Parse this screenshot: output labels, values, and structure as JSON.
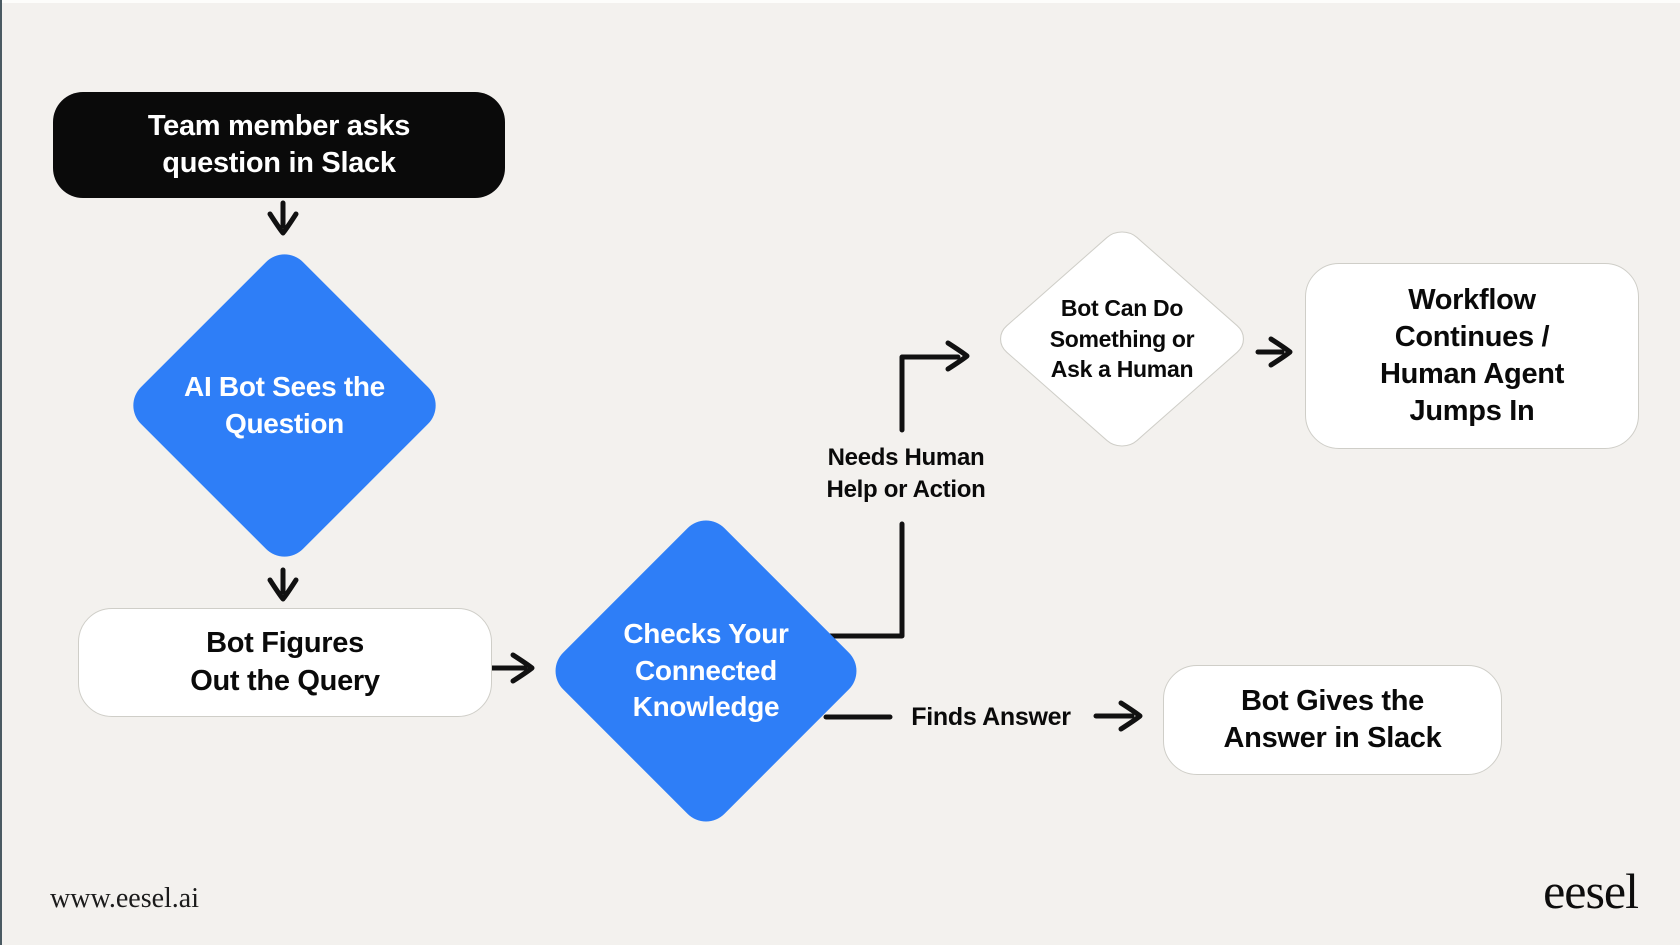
{
  "theme": {
    "background": "#f3f1ee",
    "accent_blue": "#2e7ef7",
    "node_black": "#0a0a0a",
    "connector_black": "#111111",
    "node_border_gray": "#cfcec8",
    "left_edge_accent": "#4a5a62"
  },
  "nodes": {
    "start": {
      "label": "Team member asks\nquestion in Slack",
      "type": "terminator"
    },
    "sees_question": {
      "label": "AI Bot Sees the\nQuestion",
      "type": "decision"
    },
    "figures_query": {
      "label": "Bot Figures\nOut the Query",
      "type": "process"
    },
    "checks_knowledge": {
      "label": "Checks Your\nConnected\nKnowledge",
      "type": "decision"
    },
    "bot_can_do": {
      "label": "Bot Can Do\nSomething or\nAsk a Human",
      "type": "decision"
    },
    "workflow_continues": {
      "label": "Workflow\nContinues /\nHuman Agent\nJumps In",
      "type": "process"
    },
    "gives_answer": {
      "label": "Bot Gives the\nAnswer in Slack",
      "type": "process"
    }
  },
  "edges": {
    "needs_human": {
      "label": "Needs Human\nHelp or Action"
    },
    "finds_answer": {
      "label": "Finds Answer"
    }
  },
  "footer": {
    "website": "www.eesel.ai",
    "logo": "eesel"
  }
}
